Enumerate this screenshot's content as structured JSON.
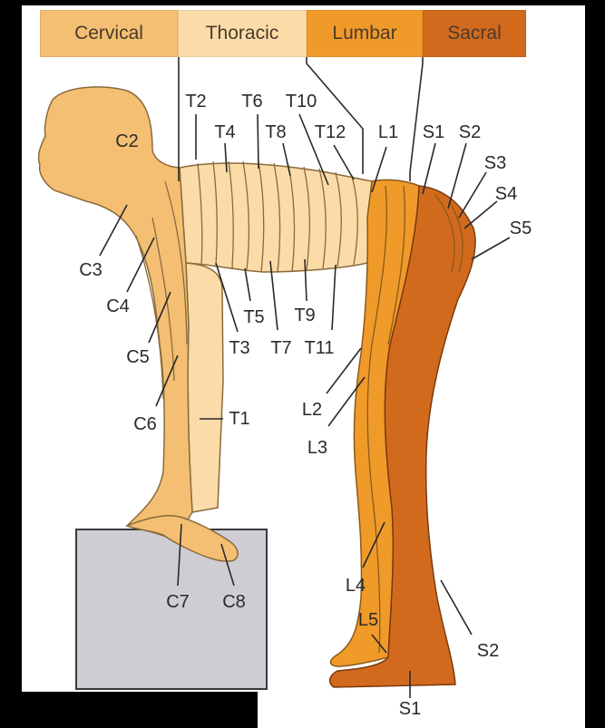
{
  "legend": {
    "cervical": {
      "label": "Cervical",
      "color": "#f4bf73"
    },
    "thoracic": {
      "label": "Thoracic",
      "color": "#fbdca9"
    },
    "lumbar": {
      "label": "Lumbar",
      "color": "#f09a2a"
    },
    "sacral": {
      "label": "Sacral",
      "color": "#d26a1e"
    }
  },
  "labels": {
    "c2": "C2",
    "c3": "C3",
    "c4": "C4",
    "c5": "C5",
    "c6": "C6",
    "c7": "C7",
    "c8": "C8",
    "t1": "T1",
    "t2": "T2",
    "t3": "T3",
    "t4": "T4",
    "t5": "T5",
    "t6": "T6",
    "t7": "T7",
    "t8": "T8",
    "t9": "T9",
    "t10": "T10",
    "t11": "T11",
    "t12": "T12",
    "l1": "L1",
    "l2": "L2",
    "l3": "L3",
    "l4": "L4",
    "l5": "L5",
    "s1_top": "S1",
    "s2_top": "S2",
    "s3": "S3",
    "s4": "S4",
    "s5": "S5",
    "s2_leg": "S2",
    "s1_foot": "S1"
  }
}
